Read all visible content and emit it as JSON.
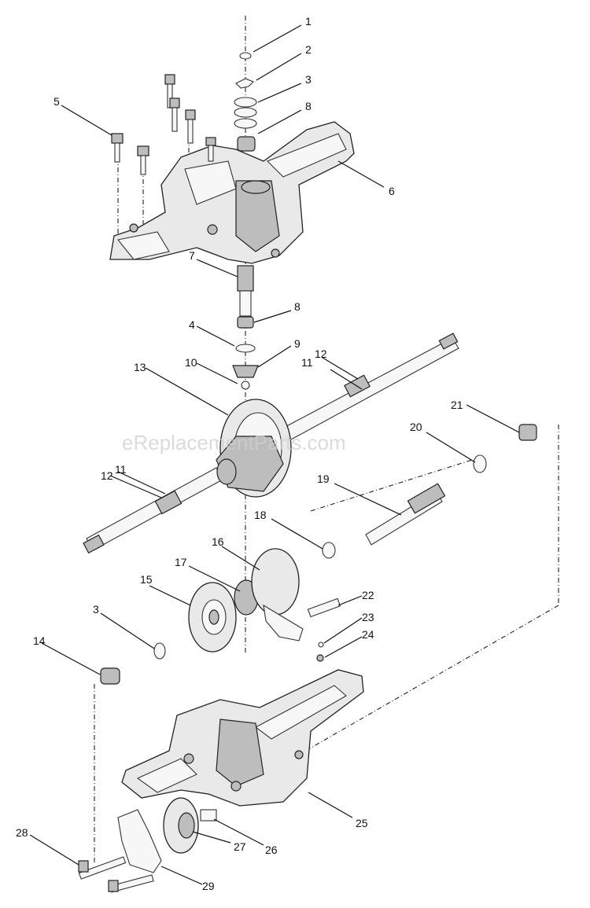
{
  "watermark": "eReplacementParts.com",
  "callouts": [
    {
      "id": "c1",
      "text": "1"
    },
    {
      "id": "c2",
      "text": "2"
    },
    {
      "id": "c3a",
      "text": "3"
    },
    {
      "id": "c8a",
      "text": "8"
    },
    {
      "id": "c5",
      "text": "5"
    },
    {
      "id": "c6",
      "text": "6"
    },
    {
      "id": "c7",
      "text": "7"
    },
    {
      "id": "c8b",
      "text": "8"
    },
    {
      "id": "c4",
      "text": "4"
    },
    {
      "id": "c9",
      "text": "9"
    },
    {
      "id": "c10",
      "text": "10"
    },
    {
      "id": "c12a",
      "text": "12"
    },
    {
      "id": "c11a",
      "text": "11"
    },
    {
      "id": "c13",
      "text": "13"
    },
    {
      "id": "c21",
      "text": "21"
    },
    {
      "id": "c20",
      "text": "20"
    },
    {
      "id": "c11b",
      "text": "11"
    },
    {
      "id": "c12b",
      "text": "12"
    },
    {
      "id": "c19",
      "text": "19"
    },
    {
      "id": "c18",
      "text": "18"
    },
    {
      "id": "c16",
      "text": "16"
    },
    {
      "id": "c17",
      "text": "17"
    },
    {
      "id": "c15",
      "text": "15"
    },
    {
      "id": "c22",
      "text": "22"
    },
    {
      "id": "c23",
      "text": "23"
    },
    {
      "id": "c3b",
      "text": "3"
    },
    {
      "id": "c24",
      "text": "24"
    },
    {
      "id": "c14",
      "text": "14"
    },
    {
      "id": "c25",
      "text": "25"
    },
    {
      "id": "c26",
      "text": "26"
    },
    {
      "id": "c28",
      "text": "28"
    },
    {
      "id": "c27",
      "text": "27"
    },
    {
      "id": "c29",
      "text": "29"
    }
  ]
}
